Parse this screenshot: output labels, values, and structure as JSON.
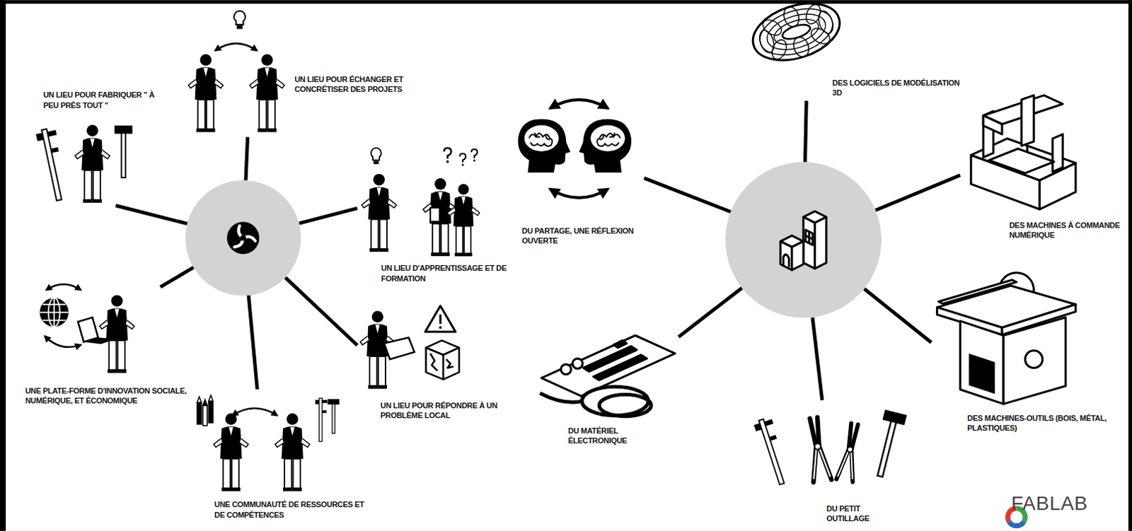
{
  "diagram": {
    "nodes": [
      {
        "text": []
      },
      {
        "text": [
          "UN LIEU POUR FABRIQUER \" À PEU PRÈS TOUT \""
        ]
      },
      {
        "text": [
          "UN LIEU POUR ÉCHANGER ET CONCRÉTISER DES PROJETS"
        ]
      },
      {
        "text": [
          "UN LIEU D'APPRENTISSAGE ET DE FORMATION"
        ]
      },
      {
        "text": [
          "UNE PLATE-FORME D'INNOVATION SOCIALE, NUMÉRIQUE, ET ÉCONOMIQUE"
        ]
      },
      {
        "text": [
          "UN LIEU POUR RÉPONDRE À UN PROBLÈME LOCAL"
        ]
      },
      {
        "text": [
          "UNE COMMUNAUTÉ DE RESSOURCES ET DE COMPÉTENCES"
        ]
      },
      {
        "text": []
      },
      {
        "text": [
          "DU PARTAGE, UNE RÉFLEXION OUVERTE"
        ]
      },
      {
        "text": [
          "DES LOGICIELS DE MODÉLISATION 3D"
        ]
      },
      {
        "text": [
          "DES MACHINES À COMMANDE NUMÉRIQUE"
        ]
      },
      {
        "text": [
          "DES MACHINES-OUTILS (BOIS, MÉTAL, PLASTIQUES)"
        ]
      },
      {
        "text": [
          "DU PETIT OUTILLAGE"
        ]
      },
      {
        "text": [
          "DU MATÉRIEL ÉLECTRONIQUE"
        ]
      }
    ],
    "edges": [
      {
        "from": 0,
        "to": 1,
        "arrow": "none"
      },
      {
        "from": 0,
        "to": 2,
        "arrow": "none"
      },
      {
        "from": 0,
        "to": 3,
        "arrow": "none"
      },
      {
        "from": 0,
        "to": 4,
        "arrow": "none"
      },
      {
        "from": 0,
        "to": 5,
        "arrow": "none"
      },
      {
        "from": 0,
        "to": 6,
        "arrow": "none"
      },
      {
        "from": 7,
        "to": 8,
        "arrow": "none"
      },
      {
        "from": 7,
        "to": 9,
        "arrow": "none"
      },
      {
        "from": 7,
        "to": 10,
        "arrow": "none"
      },
      {
        "from": 7,
        "to": 11,
        "arrow": "none"
      },
      {
        "from": 7,
        "to": 12,
        "arrow": "none"
      },
      {
        "from": 7,
        "to": 13,
        "arrow": "none"
      }
    ],
    "labels": [
      "FABLAB"
    ]
  }
}
